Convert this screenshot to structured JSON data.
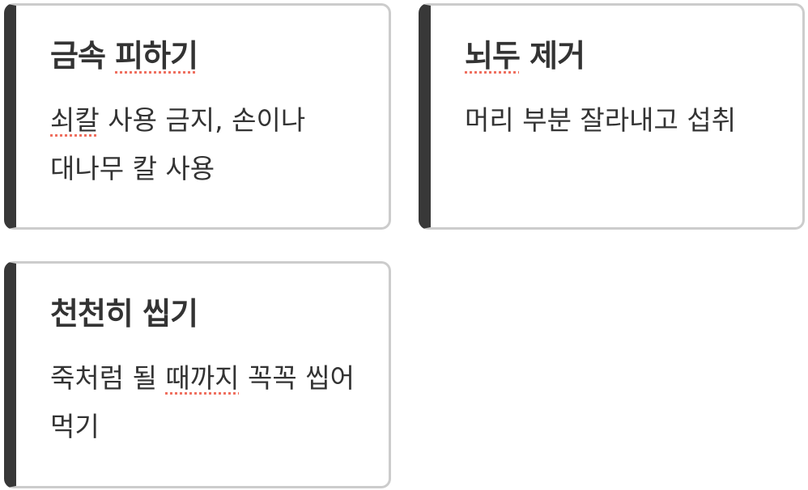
{
  "cards": [
    {
      "title_parts": [
        "금속 ",
        "피하기"
      ],
      "desc_parts": [
        "쇠칼",
        " 사용 금지, 손이나 대나무 칼 사용"
      ]
    },
    {
      "title_parts": [
        "뇌두",
        " 제거"
      ],
      "desc_parts": [
        "머리 부분 잘라내고 섭취"
      ]
    },
    {
      "title_parts": [
        "천천히 씹기"
      ],
      "desc_parts": [
        "죽처럼 될 ",
        "때까지",
        " 꼭꼭 씹어 먹기"
      ]
    }
  ],
  "colors": {
    "accent_bar": "#383838",
    "border": "#cccccc",
    "text": "#333333",
    "spellcheck_underline": "#ef6f5f"
  }
}
